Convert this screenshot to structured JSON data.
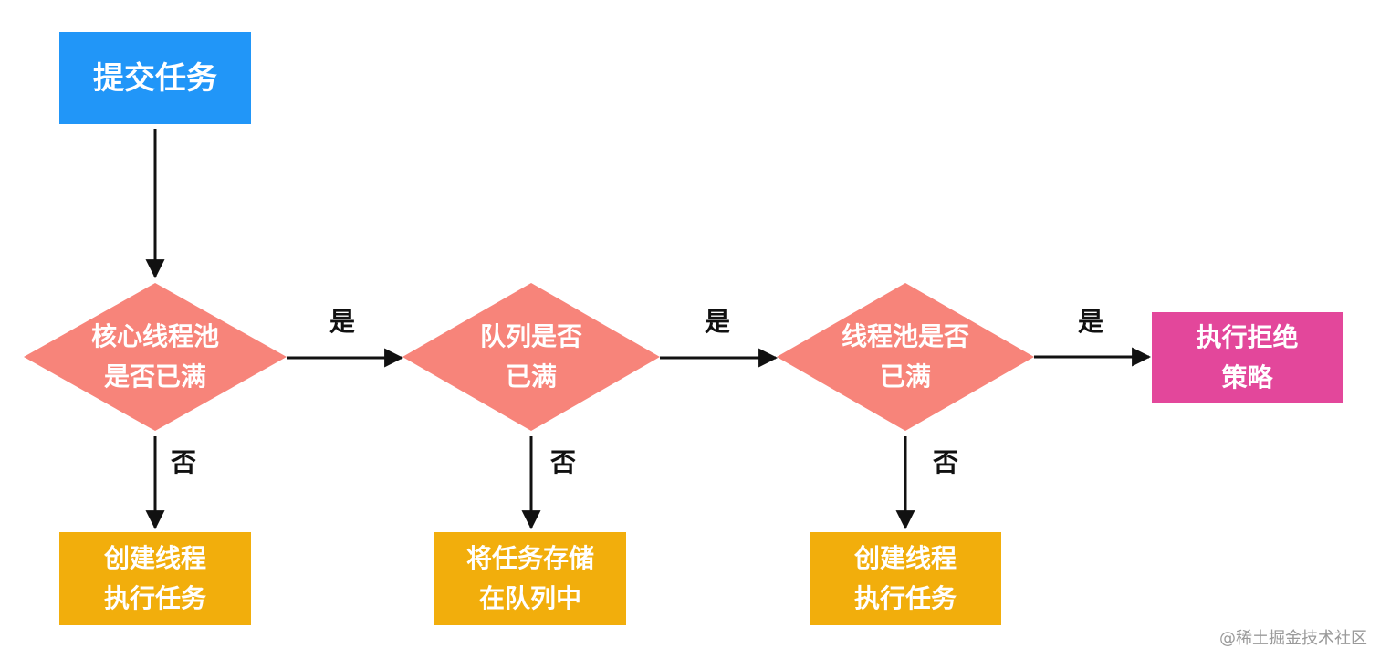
{
  "colors": {
    "start": "#2196F8",
    "decision": "#F7847A",
    "process": "#F2AE0C",
    "reject": "#E3479B",
    "edge": "#111111"
  },
  "nodes": {
    "submit_task": {
      "lines": [
        "提交任务"
      ]
    },
    "core_pool_full": {
      "lines": [
        "核心线程池",
        "是否已满"
      ]
    },
    "queue_full": {
      "lines": [
        "队列是否",
        "已满"
      ]
    },
    "pool_full": {
      "lines": [
        "线程池是否",
        "已满"
      ]
    },
    "reject_policy": {
      "lines": [
        "执行拒绝",
        "策略"
      ]
    },
    "create_thread_1": {
      "lines": [
        "创建线程",
        "执行任务"
      ]
    },
    "store_in_queue": {
      "lines": [
        "将任务存储",
        "在队列中"
      ]
    },
    "create_thread_2": {
      "lines": [
        "创建线程",
        "执行任务"
      ]
    }
  },
  "edge_labels": {
    "core_yes": "是",
    "queue_yes": "是",
    "pool_yes": "是",
    "core_no": "否",
    "queue_no": "否",
    "pool_no": "否"
  },
  "watermark": "@稀土掘金技术社区"
}
